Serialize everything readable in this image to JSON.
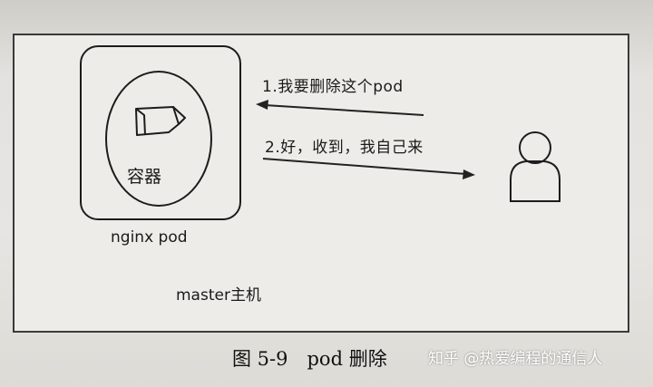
{
  "diagram": {
    "container_label": "容器",
    "pod_label": "nginx pod",
    "host_label": "master主机",
    "message_1": "1.我要删除这个pod",
    "message_2": "2.好，收到，我自己来",
    "caption": "图 5-9　pod 删除",
    "watermark": "知乎 @热爱编程的通信人"
  },
  "icons": {
    "container": "container-box-icon",
    "user": "user-icon",
    "arrow_left": "arrow-left-icon",
    "arrow_right": "arrow-right-icon"
  }
}
